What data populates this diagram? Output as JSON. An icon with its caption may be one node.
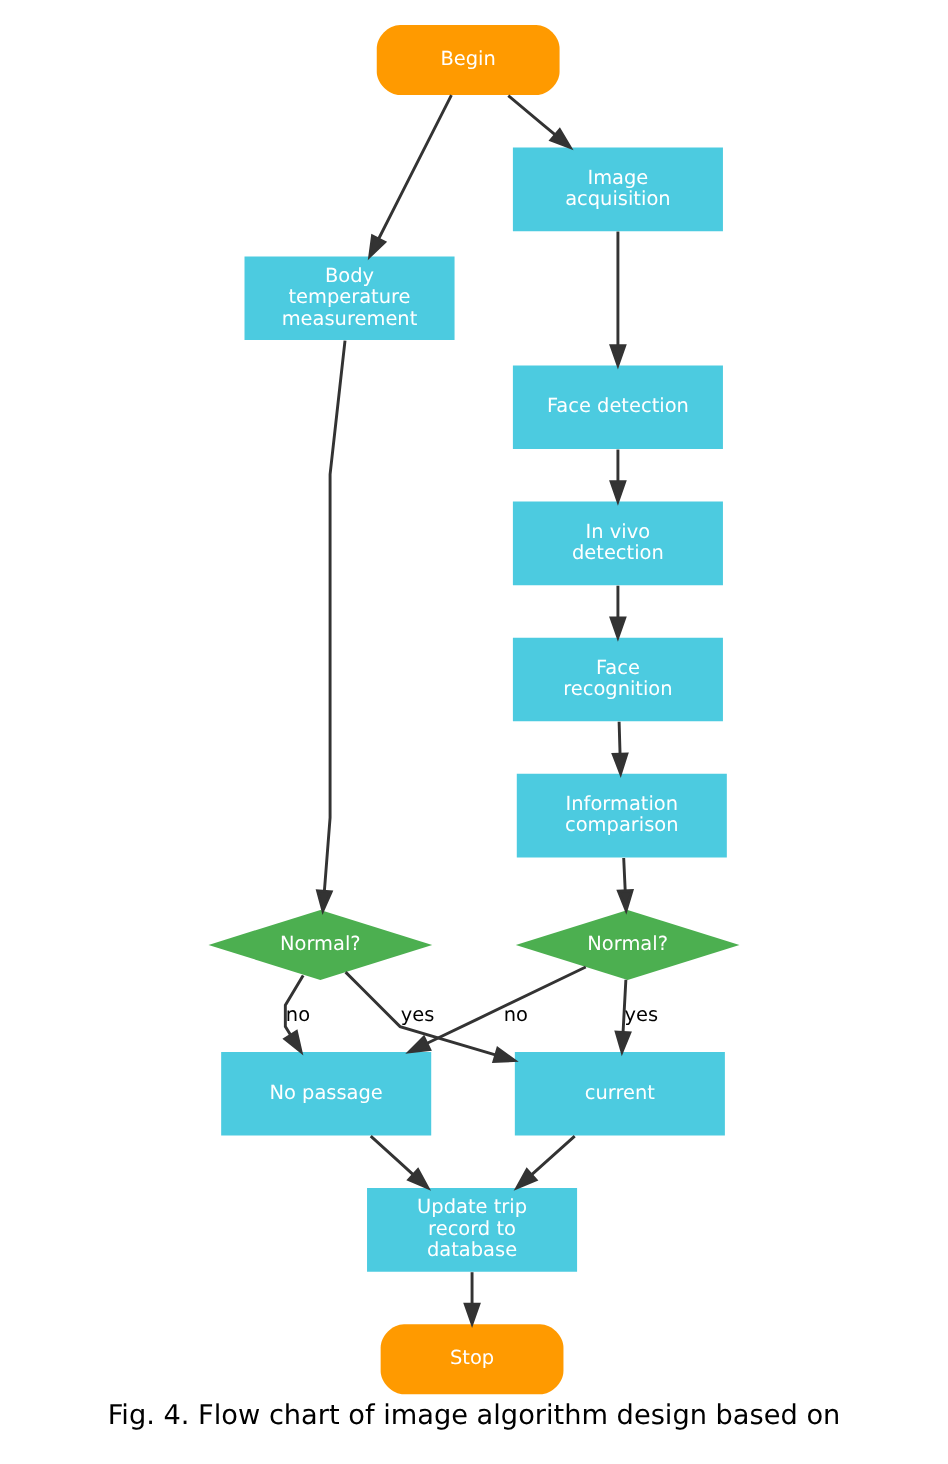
{
  "diagram": {
    "caption": "Fig. 4. Flow chart of image algorithm design based on",
    "nodes": [
      {
        "text": [
          "Begin"
        ]
      },
      {
        "text": [
          "Body temperature measurement"
        ]
      },
      {
        "text": [
          "Normal?"
        ]
      },
      {
        "text": [
          "Image acquisition"
        ]
      },
      {
        "text": [
          "Face detection"
        ]
      },
      {
        "text": [
          "In vivo detection"
        ]
      },
      {
        "text": [
          "Face recognition"
        ]
      },
      {
        "text": [
          "Information comparison"
        ]
      },
      {
        "text": [
          "Normal?"
        ]
      },
      {
        "text": [
          "No passage"
        ]
      },
      {
        "text": [
          "current"
        ]
      },
      {
        "text": [
          "Update trip record to database"
        ]
      },
      {
        "text": [
          "Stop"
        ]
      }
    ],
    "edges": [
      {
        "from": 0,
        "to": 1,
        "arrow": "to"
      },
      {
        "from": 0,
        "to": 3,
        "arrow": "to"
      },
      {
        "from": 1,
        "to": 2,
        "arrow": "to"
      },
      {
        "from": 2,
        "to": 9,
        "arrow": "to",
        "label": "no"
      },
      {
        "from": 2,
        "to": 10,
        "arrow": "to",
        "label": "yes"
      },
      {
        "from": 3,
        "to": 4,
        "arrow": "to"
      },
      {
        "from": 4,
        "to": 5,
        "arrow": "to"
      },
      {
        "from": 5,
        "to": 6,
        "arrow": "to"
      },
      {
        "from": 6,
        "to": 7,
        "arrow": "to"
      },
      {
        "from": 7,
        "to": 8,
        "arrow": "to"
      },
      {
        "from": 8,
        "to": 9,
        "arrow": "to",
        "label": "no"
      },
      {
        "from": 8,
        "to": 10,
        "arrow": "to",
        "label": "yes"
      },
      {
        "from": 9,
        "to": 11,
        "arrow": "to"
      },
      {
        "from": 10,
        "to": 11,
        "arrow": "to"
      },
      {
        "from": 11,
        "to": 12,
        "arrow": "to"
      }
    ]
  }
}
